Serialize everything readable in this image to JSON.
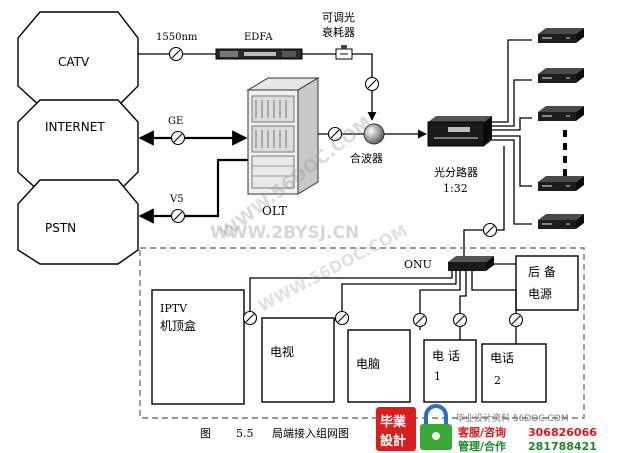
{
  "networks": {
    "catv": "CATV",
    "internet": "INTERNET",
    "pstn": "PSTN"
  },
  "links": {
    "wavelength": "1550nm",
    "ge": "GE",
    "v5": "V5"
  },
  "devices": {
    "edfa": "EDFA",
    "attenuator_line1": "可调光",
    "attenuator_line2": "衰耗器",
    "olt": "OLT",
    "combiner": "合波器",
    "splitter": "光分路器",
    "split_ratio": "1:32",
    "onu": "ONU",
    "backup_power_line1": "后 备",
    "backup_power_line2": "电源"
  },
  "terminals": {
    "iptv_line1": "IPTV",
    "iptv_line2": "机顶盒",
    "tv": "电视",
    "pc": "电脑",
    "phone1_line1": "电 话",
    "phone1_line2": "1",
    "phone2_line1": "电话",
    "phone2_line2": "2"
  },
  "caption": {
    "prefix": "图",
    "number": "5.5",
    "title": "局端接入组网图"
  },
  "watermark": {
    "logo_line1": "毕業",
    "logo_line2": "設計",
    "site": "毕业设计资料 56DOC.COM",
    "service_label": "客服/咨询",
    "service_number": "306826066",
    "manage_label": "管理/合作",
    "manage_number": "281788421",
    "overlay1": "WWW.56DOC.COM",
    "overlay2": "WWW.2BYSJ.CN",
    "overlay3": "WWW.56DOC.COM"
  },
  "colors": {
    "logo_red": "#d81e1e",
    "lock_blue": "#2a6fc4",
    "lock_green": "#39a935",
    "service_red": "#e0151b",
    "manage_green": "#1c8a2a"
  }
}
